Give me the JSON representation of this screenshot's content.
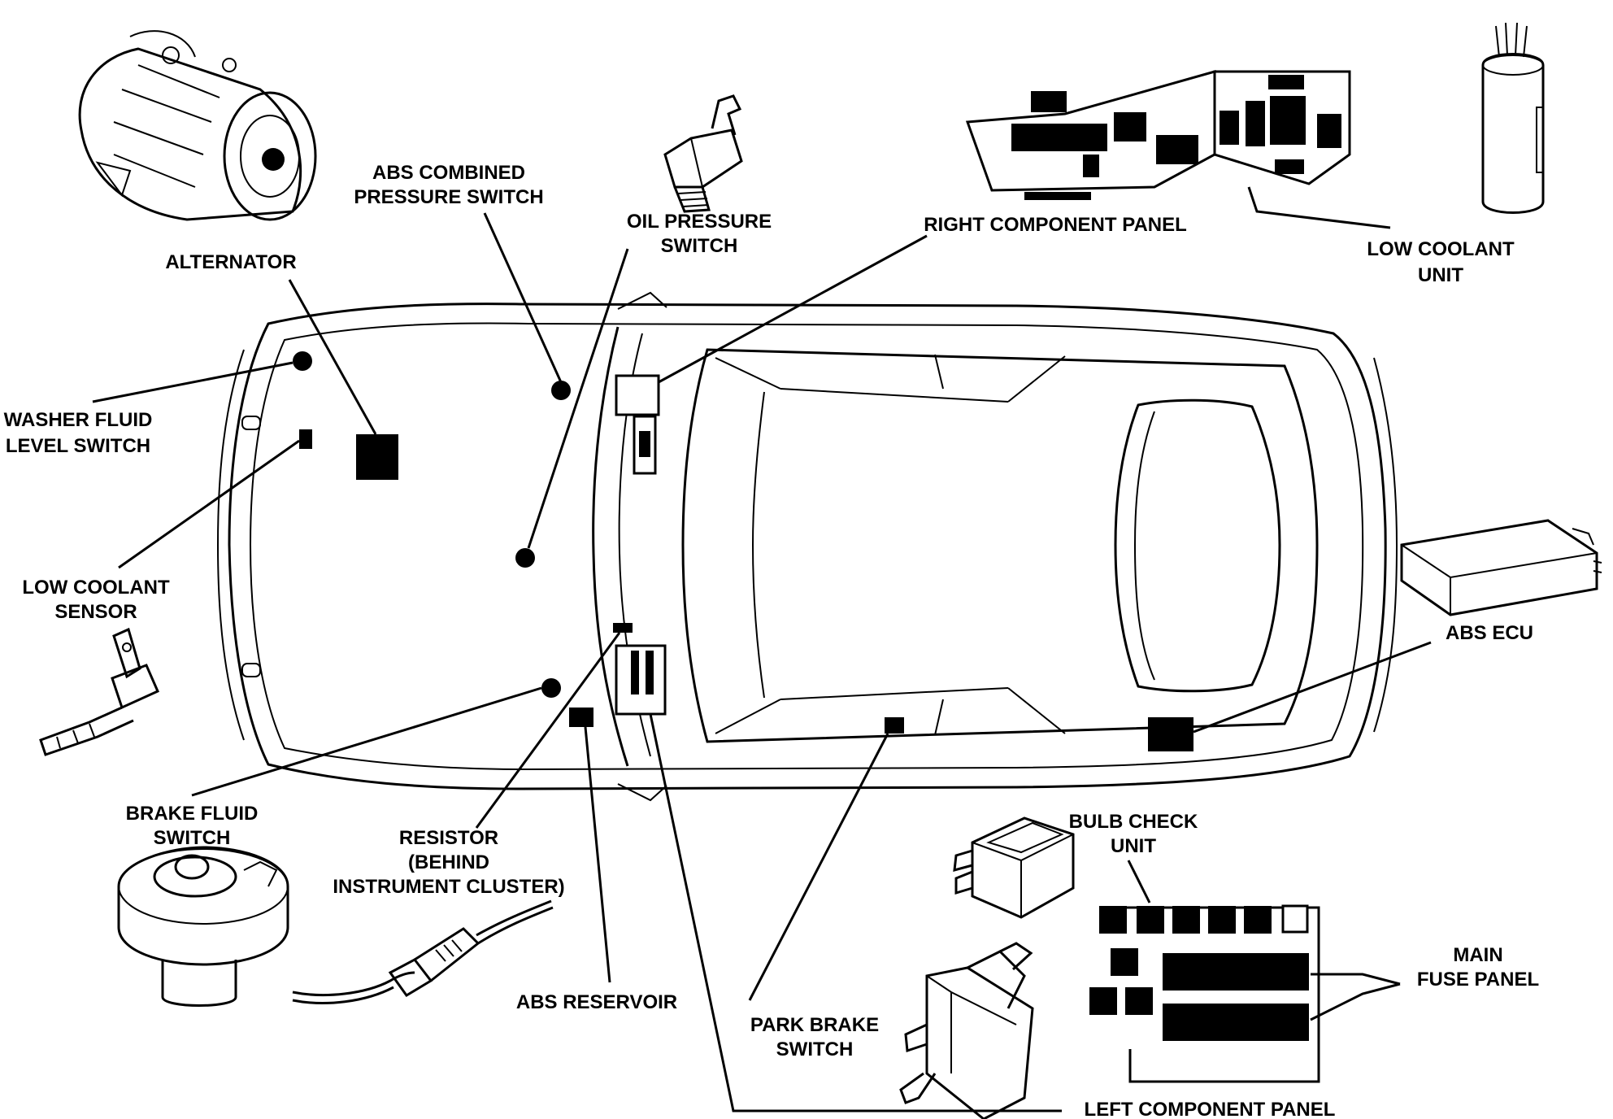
{
  "labels": {
    "alternator": "ALTERNATOR",
    "abs_combined_1": "ABS COMBINED",
    "abs_combined_2": "PRESSURE SWITCH",
    "oil_pressure_1": "OIL PRESSURE",
    "oil_pressure_2": "SWITCH",
    "right_component_panel": "RIGHT COMPONENT PANEL",
    "low_coolant_unit_1": "LOW COOLANT",
    "low_coolant_unit_2": "UNIT",
    "washer_fluid_1": "WASHER FLUID",
    "washer_fluid_2": "LEVEL SWITCH",
    "low_coolant_sensor_1": "LOW COOLANT",
    "low_coolant_sensor_2": "SENSOR",
    "abs_ecu": "ABS ECU",
    "brake_fluid_1": "BRAKE FLUID",
    "brake_fluid_2": "SWITCH",
    "resistor_1": "RESISTOR",
    "resistor_2": "(BEHIND",
    "resistor_3": "INSTRUMENT CLUSTER)",
    "abs_reservoir": "ABS RESERVOIR",
    "bulb_check_1": "BULB CHECK",
    "bulb_check_2": "UNIT",
    "main_fuse_1": "MAIN",
    "main_fuse_2": "FUSE PANEL",
    "park_brake_1": "PARK BRAKE",
    "park_brake_2": "SWITCH",
    "left_component_panel": "LEFT COMPONENT PANEL"
  },
  "icons": {
    "alternator": "alternator-icon",
    "oil_pressure_switch": "oil-pressure-switch-icon",
    "low_coolant_unit": "low-coolant-unit-icon",
    "low_coolant_sensor": "low-coolant-sensor-icon",
    "abs_ecu": "abs-ecu-icon",
    "brake_fluid_switch": "brake-fluid-switch-icon",
    "resistor": "resistor-icon",
    "bulb_check_unit": "bulb-check-unit-icon",
    "park_brake_switch": "park-brake-switch-icon"
  }
}
